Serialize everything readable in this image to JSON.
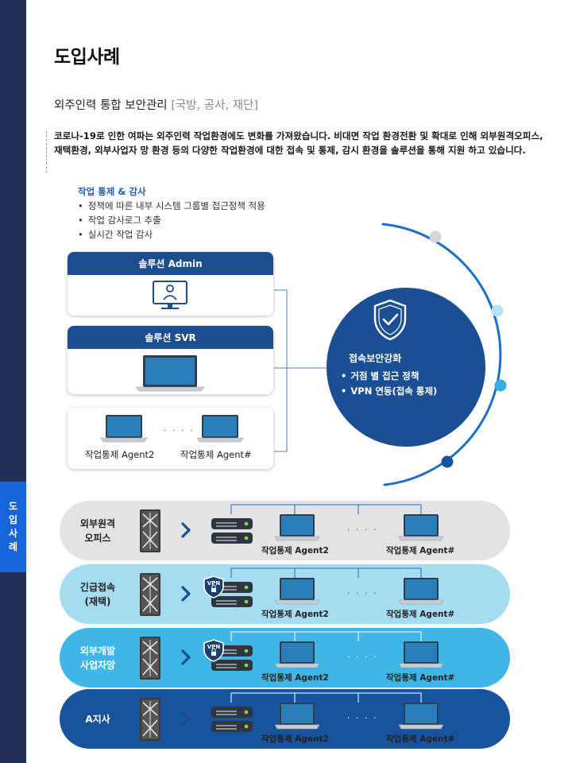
{
  "side_tab": {
    "chars": [
      "도",
      "입",
      "사",
      "례"
    ]
  },
  "page": {
    "title": "도입사례",
    "subtitle": "외주인력 통합 보안관리",
    "subtitle_bracket": "[국방, 공사, 재단]",
    "description": "코로나-19로 인한 여파는 외주인력 작업환경에도 변화를 가져왔습니다. 비대면 작업 환경전환 및 확대로 인해 외부원격오피스, 재택환경, 외부사업자 망 환경 등의 다양한 작업환경에 대한 접속 및 통제, 감시 환경을 솔루션을 통해 지원 하고 있습니다."
  },
  "control": {
    "title": "작업 통제 & 감사",
    "items": [
      "정책에 따른 내부 시스템 그룹별 접근정책 적용",
      "작업 감사로그 추출",
      "실시간 작업 감사"
    ]
  },
  "boxes": {
    "admin": "솔루션 Admin",
    "svr": "솔루션 SVR",
    "agent2": "작업통제 Agent2",
    "agent_n": "작업통제 Agent#",
    "ellipsis": "· · · ·"
  },
  "circle": {
    "title": "접속보안강화",
    "items": [
      "거점 별 접근 정책",
      "VPN 연동(접속 통제)"
    ]
  },
  "rows": [
    {
      "label": "외부원격\n오피스",
      "bg": "#e3e3e3",
      "text_color": "#222222",
      "vpn": false
    },
    {
      "label": "긴급접속\n(재택)",
      "bg": "#a6dcf1",
      "text_color": "#222222",
      "vpn": true
    },
    {
      "label": "외부개발\n사업자망",
      "bg": "#40b6e6",
      "text_color": "#ffffff",
      "vpn": true
    },
    {
      "label": "A지사",
      "bg": "#18539d",
      "text_color": "#ffffff",
      "vpn": false
    }
  ],
  "row_agents": {
    "agent2": "작업통제 Agent2",
    "agent_n": "작업통제 Agent#",
    "ellipsis": "· · · ·",
    "vpn_badge": "VPN"
  },
  "colors": {
    "navy": "#233057",
    "blue": "#1565d8",
    "box_header": "#1c4d8f",
    "circle": "#1b4f93"
  },
  "icons": [
    "admin-monitor-icon",
    "laptop-icon",
    "shield-check-icon",
    "firewall-icon",
    "chevron-right-icon",
    "server-icon",
    "vpn-shield-icon"
  ]
}
